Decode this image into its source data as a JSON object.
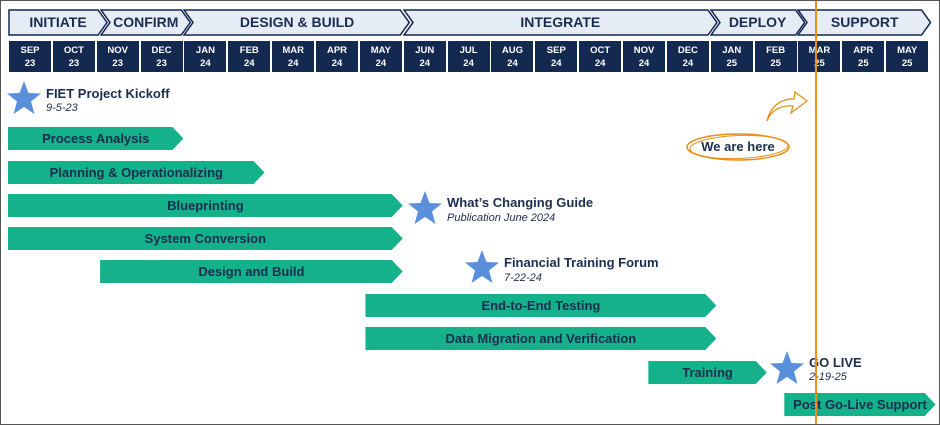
{
  "phases": [
    {
      "label": "INITIATE",
      "start": 0,
      "end": 2.1
    },
    {
      "label": "CONFIRM",
      "start": 2.1,
      "end": 4
    },
    {
      "label": "DESIGN & BUILD",
      "start": 4,
      "end": 9
    },
    {
      "label": "INTEGRATE",
      "start": 9,
      "end": 16
    },
    {
      "label": "DEPLOY",
      "start": 16,
      "end": 18
    },
    {
      "label": "SUPPORT",
      "start": 18,
      "end": 21
    }
  ],
  "months": [
    {
      "m": "SEP",
      "y": "23"
    },
    {
      "m": "OCT",
      "y": "23"
    },
    {
      "m": "NOV",
      "y": "23"
    },
    {
      "m": "DEC",
      "y": "23"
    },
    {
      "m": "JAN",
      "y": "24"
    },
    {
      "m": "FEB",
      "y": "24"
    },
    {
      "m": "MAR",
      "y": "24"
    },
    {
      "m": "APR",
      "y": "24"
    },
    {
      "m": "MAY",
      "y": "24"
    },
    {
      "m": "JUN",
      "y": "24"
    },
    {
      "m": "JUL",
      "y": "24"
    },
    {
      "m": "AUG",
      "y": "24"
    },
    {
      "m": "SEP",
      "y": "24"
    },
    {
      "m": "OCT",
      "y": "24"
    },
    {
      "m": "NOV",
      "y": "24"
    },
    {
      "m": "DEC",
      "y": "24"
    },
    {
      "m": "JAN",
      "y": "25"
    },
    {
      "m": "FEB",
      "y": "25"
    },
    {
      "m": "MAR",
      "y": "25"
    },
    {
      "m": "APR",
      "y": "25"
    },
    {
      "m": "MAY",
      "y": "25"
    }
  ],
  "tasks": [
    {
      "label": "Process Analysis",
      "start": 0,
      "end": 4
    },
    {
      "label": "Planning & Operationalizing",
      "start": 0,
      "end": 5.85
    },
    {
      "label": "Blueprinting",
      "start": 0,
      "end": 9
    },
    {
      "label": "System Conversion",
      "start": 0,
      "end": 9
    },
    {
      "label": "Design and Build",
      "start": 2.1,
      "end": 9
    },
    {
      "label": "End-to-End Testing",
      "start": 8.15,
      "end": 16.15
    },
    {
      "label": "Data Migration and Verification",
      "start": 8.15,
      "end": 16.15
    },
    {
      "label": "Training",
      "start": 14.6,
      "end": 17.3
    },
    {
      "label": "Post Go-Live Support",
      "start": 17.7,
      "end": 21.15
    }
  ],
  "milestones": [
    {
      "title": "FIET Project Kickoff",
      "date": "9-5-23"
    },
    {
      "title": "What’s Changing Guide",
      "date": "Publication June 2024"
    },
    {
      "title": "Financial Training Forum",
      "date": "7-22-24"
    },
    {
      "title": "GO LIVE",
      "date": "2-19-25"
    }
  ],
  "current_marker": {
    "label": "We are here"
  },
  "colors": {
    "navy": "#14294f",
    "task": "#15b18a",
    "star": "#5a8fdc",
    "marker": "#e8901a",
    "phase_fill": "#e6ecf5"
  }
}
